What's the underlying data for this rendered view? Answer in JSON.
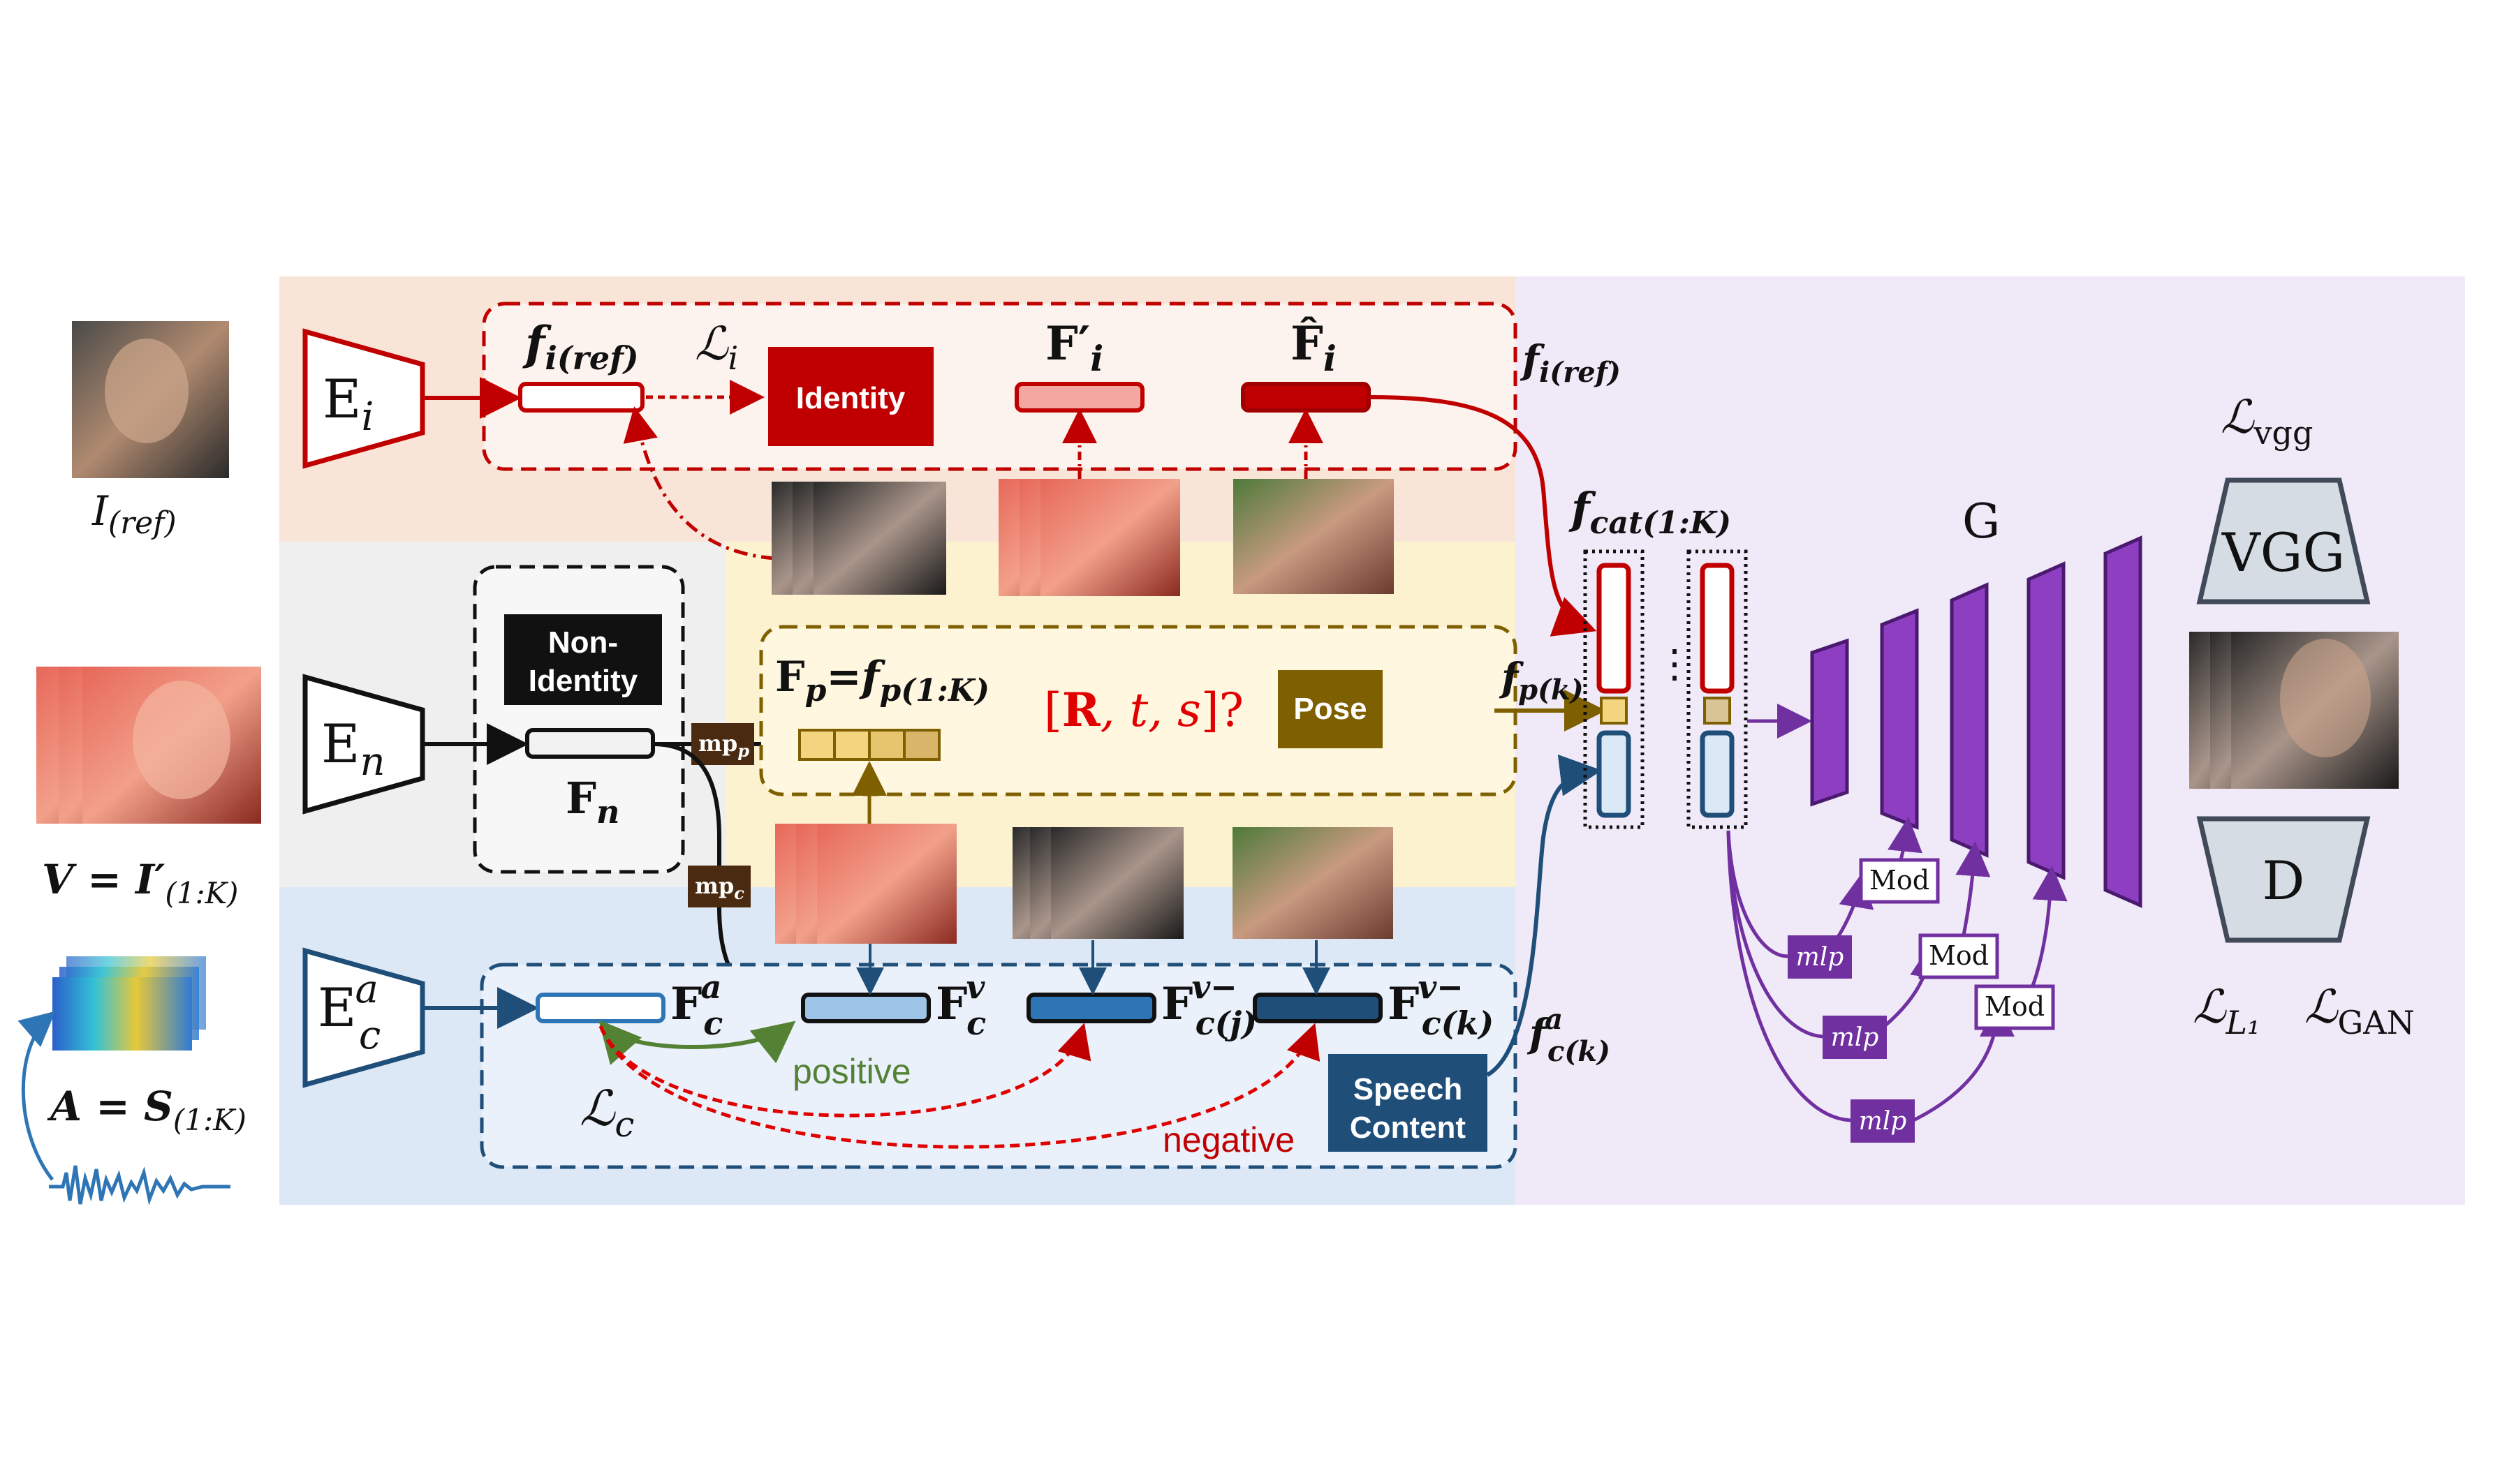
{
  "left_column": {
    "ref_label": "I",
    "ref_sub": "(ref)",
    "video_label": "V = I′",
    "video_sub": "(1:K)",
    "audio_label": "A = S",
    "audio_sub": "(1:K)"
  },
  "encoders": {
    "identity": {
      "base": "E",
      "sub": "i"
    },
    "nonidentity": {
      "base": "E",
      "sub": "n"
    },
    "content": {
      "base": "E",
      "sub": "c",
      "sup": "a"
    }
  },
  "identity_branch": {
    "feature": "f",
    "feature_sub": "i(ref)",
    "loss": "ℒ",
    "loss_sub": "i",
    "tag": "Identity",
    "f_prime": "F′",
    "f_prime_sub": "i",
    "f_hat": "F̂",
    "f_hat_sub": "i"
  },
  "nonidentity_branch": {
    "tag_line1": "Non-",
    "tag_line2": "Identity",
    "feature": "F",
    "feature_sub": "n",
    "mp_pose": "mp",
    "mp_pose_sub": "p",
    "mp_content": "mp",
    "mp_content_sub": "c"
  },
  "pose_branch": {
    "feature_eq": "F",
    "feature_eq_sub": "p",
    "feature_eq_mid": "=f",
    "feature_eq_sub2": "p(1:K)",
    "rts_open": "[",
    "rts_R": "R",
    "rts_rest": ", t, s",
    "rts_close": "]?",
    "tag": "Pose"
  },
  "content_branch": {
    "fa": "F",
    "fa_sub": "c",
    "fa_sup": "a",
    "fv": "F",
    "fv_sub": "c",
    "fv_sup": "v",
    "fvj": "F",
    "fvj_sub": "c(j)",
    "fvj_sup": "v−",
    "fvk": "F",
    "fvk_sub": "c(k)",
    "fvk_sup": "v−",
    "positive": "positive",
    "negative": "negative",
    "loss": "ℒ",
    "loss_sub": "c",
    "tag_line1": "Speech",
    "tag_line2": "Content"
  },
  "fusion": {
    "f_iref": "f",
    "f_iref_sub": "i(ref)",
    "f_pk": "f",
    "f_pk_sub": "p(k)",
    "f_ck": "f",
    "f_ck_sub": "c(k)",
    "f_ck_sup": "a",
    "f_cat": "f",
    "f_cat_sub": "cat(1:K)"
  },
  "generator": {
    "label": "G",
    "mod": "Mod",
    "mlp": "mlp"
  },
  "losses": {
    "vgg_loss": "ℒ",
    "vgg_loss_sub": "vgg",
    "vgg": "VGG",
    "disc": "D",
    "l1": "ℒ",
    "l1_sub": "L₁",
    "gan": "ℒ",
    "gan_sub": "GAN"
  },
  "colors": {
    "identity_red": "#c00000",
    "pose_brown": "#7f6000",
    "content_blue": "#1f4e79",
    "generator_purple": "#7030a0",
    "green": "#548235",
    "bg_identity": "#f8e5d8",
    "bg_nonid": "#efefef",
    "bg_pose": "#fdf2cf",
    "bg_content": "#dde8f6",
    "bg_right": "#efe9f8"
  }
}
